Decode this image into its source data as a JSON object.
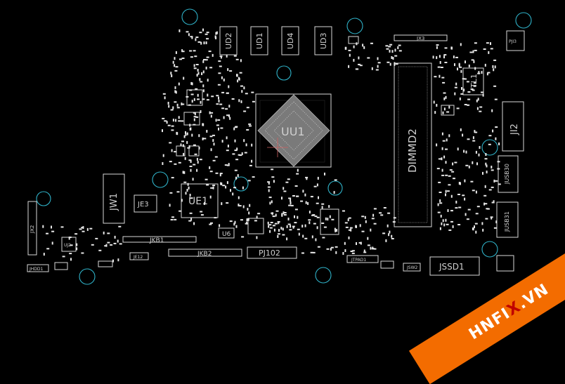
{
  "board": {
    "labels": {
      "uu1": "UU1",
      "dimm": "DIMMD2",
      "ue1": "UE1",
      "jw1": "JW1",
      "je3": "JE3",
      "jkb1": "JKB1",
      "jkb2": "JKB2",
      "pj102": "PJ102",
      "jssd1": "JSSD1",
      "jx2": "JX2",
      "jx3": "JX3",
      "tl1": "TL1",
      "ji2": "JI2",
      "jusb30": "JUSB30",
      "jusb31": "JUSB31",
      "pji3": "PJI3",
      "uj2": "UJ2",
      "u6": "U6",
      "jhdd1": "JHDD1",
      "je12": "JE12",
      "jtpad1": "JTPAD1",
      "jsw2": "JSW2",
      "ud2": "UD2",
      "ud1": "UD1",
      "ud4": "UD4",
      "ud3": "UD3"
    }
  },
  "watermark": {
    "part1": "HNFI",
    "part2": "X",
    "part3": ".VN",
    "bg": "#f36c00"
  },
  "colors": {
    "background": "#000000",
    "hole": "#2fb2c8",
    "silkscreen": "#d8d8d8"
  }
}
